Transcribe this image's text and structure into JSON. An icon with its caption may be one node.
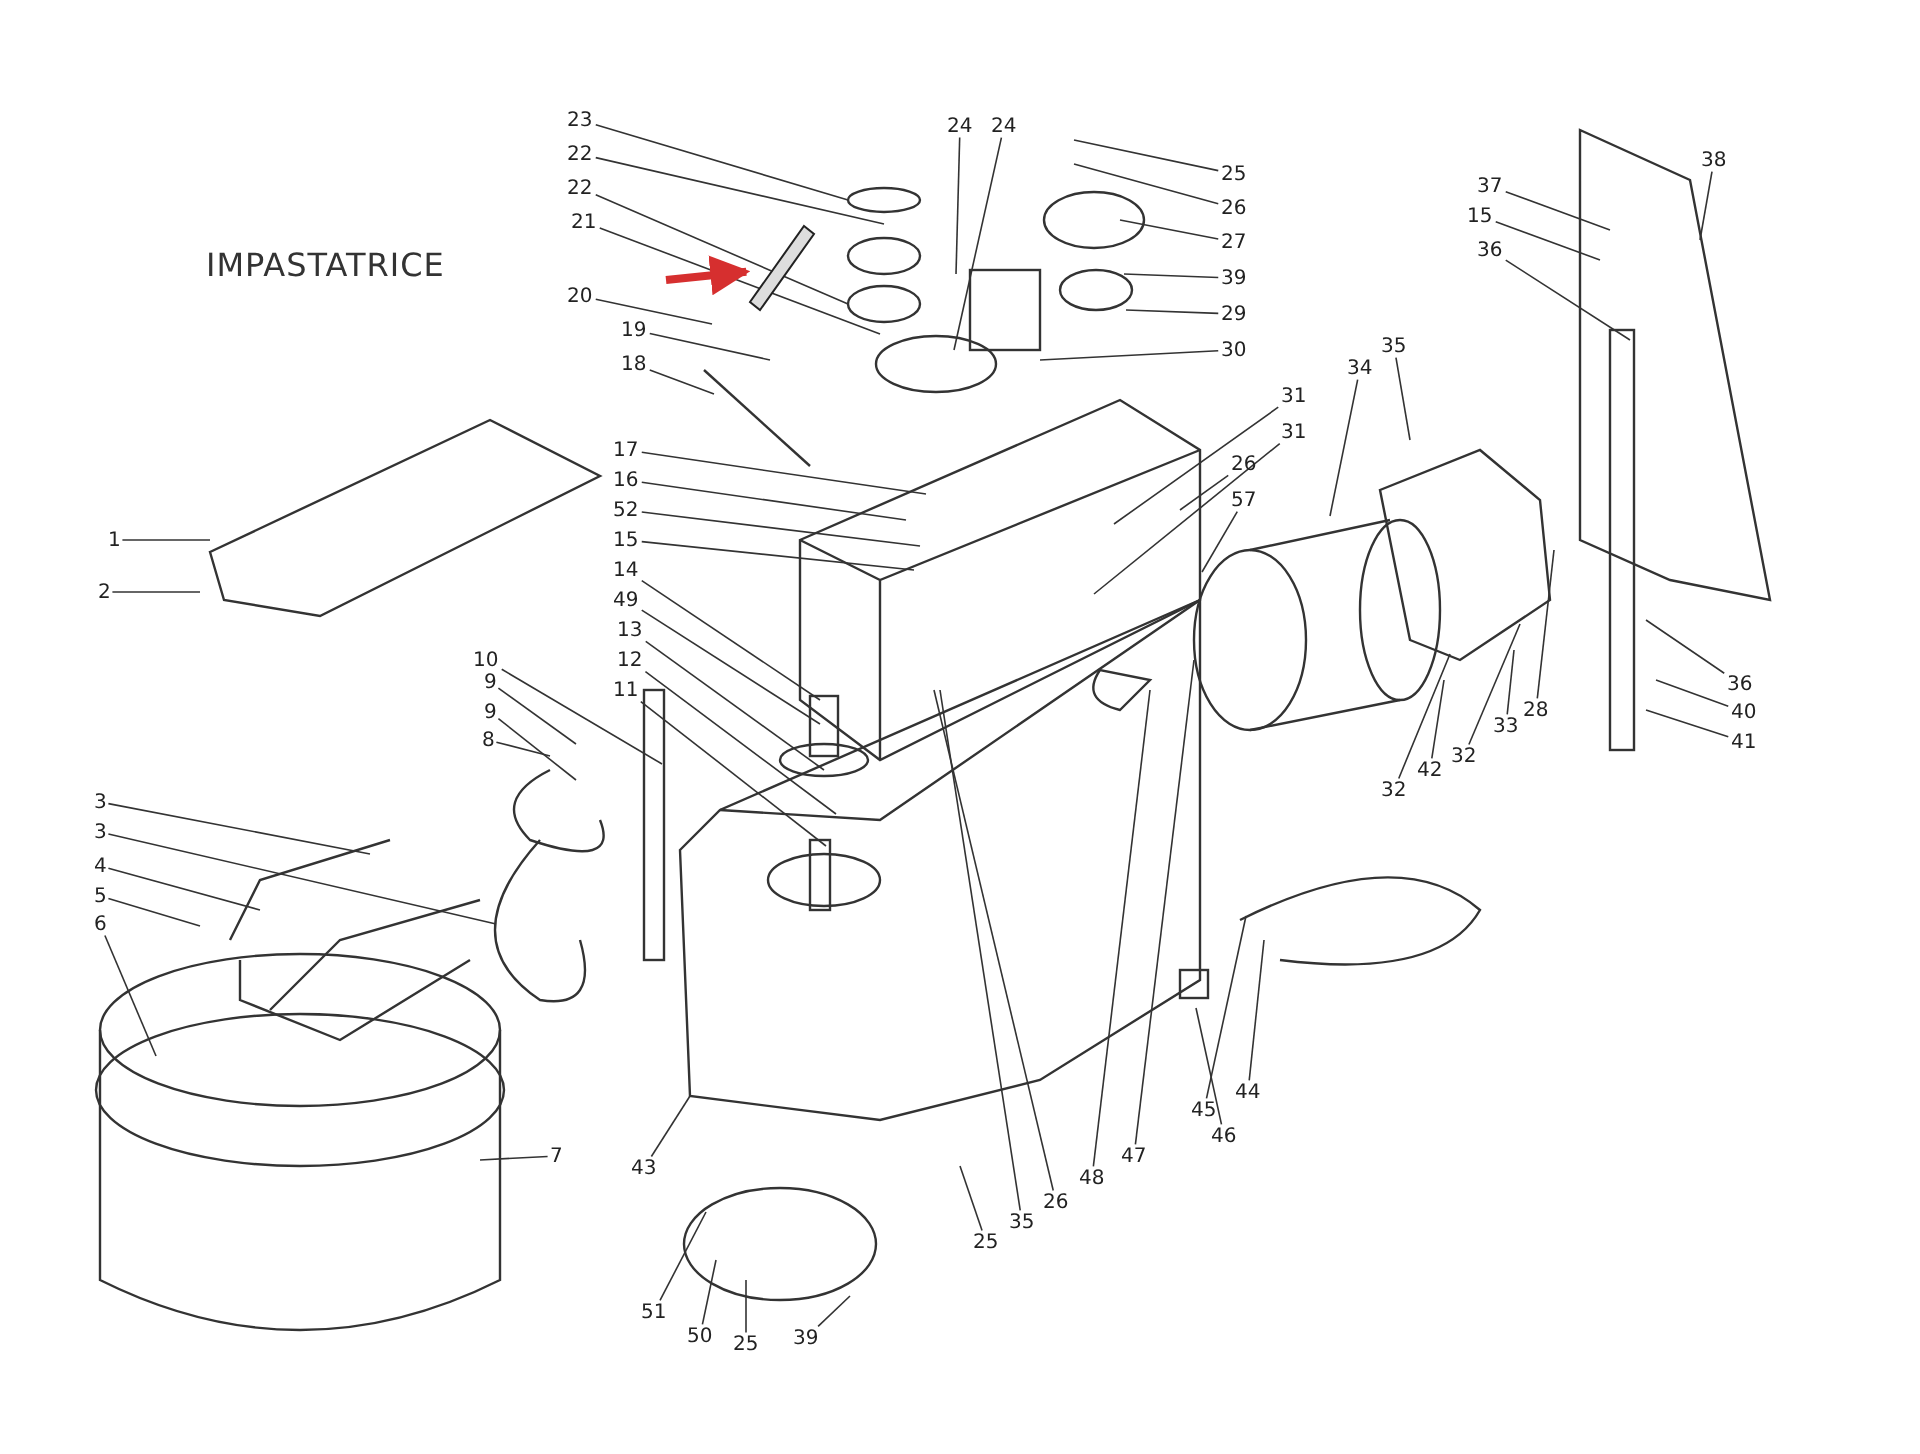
{
  "diagram": {
    "title": "IMPASTATRICE",
    "nodes": [
      {
        "text": [
          "1"
        ]
      },
      {
        "text": [
          "2"
        ]
      },
      {
        "text": [
          "3"
        ]
      },
      {
        "text": [
          "3"
        ]
      },
      {
        "text": [
          "4"
        ]
      },
      {
        "text": [
          "5"
        ]
      },
      {
        "text": [
          "6"
        ]
      },
      {
        "text": [
          "7"
        ]
      },
      {
        "text": [
          "8"
        ]
      },
      {
        "text": [
          "9"
        ]
      },
      {
        "text": [
          "9"
        ]
      },
      {
        "text": [
          "10"
        ]
      },
      {
        "text": [
          "11"
        ]
      },
      {
        "text": [
          "12"
        ]
      },
      {
        "text": [
          "13"
        ]
      },
      {
        "text": [
          "49"
        ]
      },
      {
        "text": [
          "14"
        ]
      },
      {
        "text": [
          "15"
        ]
      },
      {
        "text": [
          "52"
        ]
      },
      {
        "text": [
          "16"
        ]
      },
      {
        "text": [
          "17"
        ]
      },
      {
        "text": [
          "18"
        ]
      },
      {
        "text": [
          "19"
        ]
      },
      {
        "text": [
          "20"
        ]
      },
      {
        "text": [
          "21"
        ]
      },
      {
        "text": [
          "22"
        ]
      },
      {
        "text": [
          "22"
        ]
      },
      {
        "text": [
          "23"
        ]
      },
      {
        "text": [
          "24"
        ]
      },
      {
        "text": [
          "24"
        ]
      },
      {
        "text": [
          "25"
        ]
      },
      {
        "text": [
          "26"
        ]
      },
      {
        "text": [
          "27"
        ]
      },
      {
        "text": [
          "39"
        ]
      },
      {
        "text": [
          "29"
        ]
      },
      {
        "text": [
          "30"
        ]
      },
      {
        "text": [
          "31"
        ]
      },
      {
        "text": [
          "31"
        ]
      },
      {
        "text": [
          "26"
        ]
      },
      {
        "text": [
          "57"
        ]
      },
      {
        "text": [
          "34"
        ]
      },
      {
        "text": [
          "35"
        ]
      },
      {
        "text": [
          "37"
        ]
      },
      {
        "text": [
          "15"
        ]
      },
      {
        "text": [
          "36"
        ]
      },
      {
        "text": [
          "38"
        ]
      },
      {
        "text": [
          "28"
        ]
      },
      {
        "text": [
          "32"
        ]
      },
      {
        "text": [
          "33"
        ]
      },
      {
        "text": [
          "42"
        ]
      },
      {
        "text": [
          "32"
        ]
      },
      {
        "text": [
          "36"
        ]
      },
      {
        "text": [
          "40"
        ]
      },
      {
        "text": [
          "41"
        ]
      },
      {
        "text": [
          "43"
        ]
      },
      {
        "text": [
          "51"
        ]
      },
      {
        "text": [
          "50"
        ]
      },
      {
        "text": [
          "25"
        ]
      },
      {
        "text": [
          "39"
        ]
      },
      {
        "text": [
          "25"
        ]
      },
      {
        "text": [
          "35"
        ]
      },
      {
        "text": [
          "26"
        ]
      },
      {
        "text": [
          "48"
        ]
      },
      {
        "text": [
          "47"
        ]
      },
      {
        "text": [
          "46"
        ]
      },
      {
        "text": [
          "45"
        ]
      },
      {
        "text": [
          "44"
        ]
      },
      {
        "text": [],
        "shape": "bar"
      }
    ],
    "edges": [
      {
        "from": 0,
        "to": null,
        "arrow": "none"
      },
      {
        "from": 1,
        "to": null,
        "arrow": "none"
      },
      {
        "from": 2,
        "to": null,
        "arrow": "none"
      },
      {
        "from": 3,
        "to": null,
        "arrow": "none"
      },
      {
        "from": 4,
        "to": null,
        "arrow": "none"
      },
      {
        "from": 5,
        "to": null,
        "arrow": "none"
      },
      {
        "from": 6,
        "to": null,
        "arrow": "none"
      },
      {
        "from": 7,
        "to": null,
        "arrow": "none"
      },
      {
        "from": 8,
        "to": null,
        "arrow": "none"
      },
      {
        "from": 9,
        "to": null,
        "arrow": "none"
      },
      {
        "from": 10,
        "to": null,
        "arrow": "none"
      },
      {
        "from": 11,
        "to": null,
        "arrow": "none"
      },
      {
        "from": 12,
        "to": null,
        "arrow": "none"
      },
      {
        "from": 13,
        "to": null,
        "arrow": "none"
      },
      {
        "from": 14,
        "to": null,
        "arrow": "none"
      },
      {
        "from": 15,
        "to": null,
        "arrow": "none"
      },
      {
        "from": 16,
        "to": null,
        "arrow": "none"
      },
      {
        "from": 17,
        "to": null,
        "arrow": "none"
      },
      {
        "from": 18,
        "to": null,
        "arrow": "none"
      },
      {
        "from": 19,
        "to": null,
        "arrow": "none"
      },
      {
        "from": 20,
        "to": null,
        "arrow": "none"
      },
      {
        "from": 21,
        "to": null,
        "arrow": "none"
      },
      {
        "from": 22,
        "to": null,
        "arrow": "none"
      },
      {
        "from": 23,
        "to": null,
        "arrow": "none"
      },
      {
        "from": 24,
        "to": null,
        "arrow": "none"
      },
      {
        "from": 25,
        "to": null,
        "arrow": "none"
      },
      {
        "from": 26,
        "to": null,
        "arrow": "none"
      },
      {
        "from": 27,
        "to": null,
        "arrow": "none"
      },
      {
        "from": 28,
        "to": null,
        "arrow": "none"
      },
      {
        "from": 29,
        "to": null,
        "arrow": "none"
      },
      {
        "from": 30,
        "to": null,
        "arrow": "none"
      },
      {
        "from": 31,
        "to": null,
        "arrow": "none"
      },
      {
        "from": 32,
        "to": null,
        "arrow": "none"
      },
      {
        "from": 33,
        "to": null,
        "arrow": "none"
      },
      {
        "from": 34,
        "to": null,
        "arrow": "none"
      },
      {
        "from": 35,
        "to": null,
        "arrow": "none"
      },
      {
        "from": 36,
        "to": null,
        "arrow": "none"
      },
      {
        "from": 37,
        "to": null,
        "arrow": "none"
      },
      {
        "from": 38,
        "to": null,
        "arrow": "none"
      },
      {
        "from": 39,
        "to": null,
        "arrow": "none"
      },
      {
        "from": 40,
        "to": null,
        "arrow": "none"
      },
      {
        "from": 41,
        "to": null,
        "arrow": "none"
      },
      {
        "from": 42,
        "to": null,
        "arrow": "none"
      },
      {
        "from": 43,
        "to": null,
        "arrow": "none"
      },
      {
        "from": 44,
        "to": null,
        "arrow": "none"
      },
      {
        "from": 45,
        "to": null,
        "arrow": "none"
      },
      {
        "from": 46,
        "to": null,
        "arrow": "none"
      },
      {
        "from": 47,
        "to": null,
        "arrow": "none"
      },
      {
        "from": 48,
        "to": null,
        "arrow": "none"
      },
      {
        "from": 49,
        "to": null,
        "arrow": "none"
      },
      {
        "from": 50,
        "to": null,
        "arrow": "none"
      },
      {
        "from": 51,
        "to": null,
        "arrow": "none"
      },
      {
        "from": 52,
        "to": null,
        "arrow": "none"
      },
      {
        "from": 53,
        "to": null,
        "arrow": "none"
      },
      {
        "from": 54,
        "to": null,
        "arrow": "none"
      },
      {
        "from": 55,
        "to": null,
        "arrow": "none"
      },
      {
        "from": 56,
        "to": null,
        "arrow": "none"
      },
      {
        "from": 57,
        "to": null,
        "arrow": "none"
      },
      {
        "from": 58,
        "to": null,
        "arrow": "none"
      },
      {
        "from": 59,
        "to": null,
        "arrow": "none"
      },
      {
        "from": 60,
        "to": null,
        "arrow": "none"
      },
      {
        "from": 61,
        "to": null,
        "arrow": "none"
      },
      {
        "from": 62,
        "to": null,
        "arrow": "none"
      },
      {
        "from": 63,
        "to": null,
        "arrow": "none"
      },
      {
        "from": 64,
        "to": null,
        "arrow": "none"
      },
      {
        "from": 65,
        "to": null,
        "arrow": "none"
      },
      {
        "from": 66,
        "to": null,
        "arrow": "none"
      },
      {
        "from": null,
        "to": 67,
        "arrow": "to",
        "style": "thick",
        "color": "#d62f2f"
      }
    ]
  }
}
